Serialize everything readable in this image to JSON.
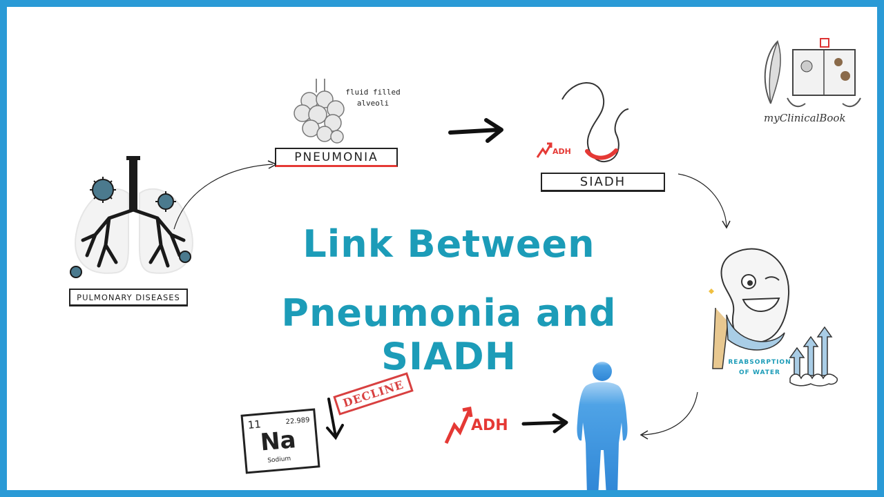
{
  "title": {
    "line1": "Link Between",
    "line2": "Pneumonia and SIADH"
  },
  "labels": {
    "pulmonary": "PULMONARY DISEASES",
    "pneumonia": "PNEUMONIA",
    "siadh": "SIADH",
    "fluid_note_line1": "fluid filled",
    "fluid_note_line2": "alveoli",
    "adh_top": "ADH",
    "adh_bottom": "ADH",
    "reabsorption_line1": "REABSORPTION",
    "reabsorption_line2": "OF WATER",
    "decline": "DECLINE"
  },
  "sodium_card": {
    "number": "11",
    "mass": "22.989",
    "symbol": "Na",
    "name": "Sodium"
  },
  "brand": "myClinicalBook",
  "icons": [
    "lungs-icon",
    "virus-icon",
    "alveoli-icon",
    "pituitary-icon",
    "kidney-icon",
    "body-icon",
    "arrow-icon",
    "up-arrows-icon"
  ],
  "colors": {
    "frame": "#2a9ad6",
    "title": "#1c9cb8",
    "accent_red": "#e53935",
    "body_blue": "#3d8fd9"
  }
}
